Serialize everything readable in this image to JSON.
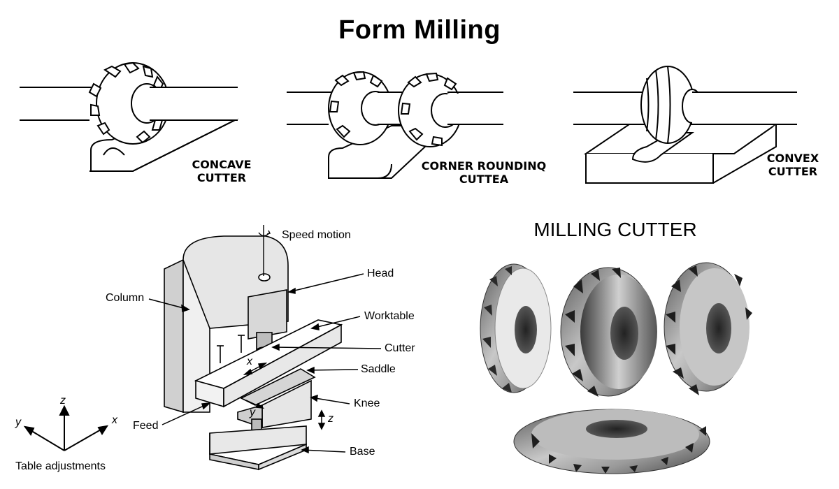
{
  "title": "Form Milling",
  "cutters": {
    "concave": {
      "line1": "CONCAVE",
      "line2": "CUTTER"
    },
    "corner": {
      "line1": "CORNER ROUNDINQ",
      "line2": "CUTTEA"
    },
    "convex": {
      "line1": "CONVEX",
      "line2": "CUTTER"
    }
  },
  "machine": {
    "speed_motion": "Speed motion",
    "head": "Head",
    "column": "Column",
    "worktable": "Worktable",
    "cutter": "Cutter",
    "saddle": "Saddle",
    "knee": "Knee",
    "feed": "Feed",
    "base": "Base",
    "axis_x_table": "x",
    "axis_y_table": "y",
    "axis_z_knee": "z",
    "axes": {
      "x": "x",
      "y": "y",
      "z": "z"
    },
    "table_adjustments": "Table adjustments"
  },
  "milling_cutter_title": "MILLING CUTTER",
  "icons": [
    "speed-motion-arrow-icon",
    "axis-arrow-icon"
  ]
}
